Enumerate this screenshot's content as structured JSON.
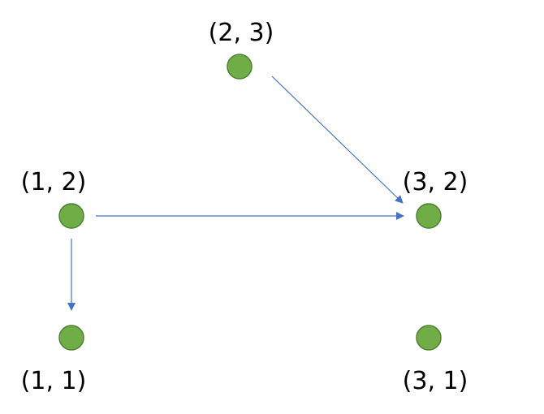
{
  "colors": {
    "node_fill": "#70ad47",
    "node_stroke": "#4f7f31",
    "edge": "#4472c4",
    "text": "#000000",
    "background": "#ffffff"
  },
  "nodes": [
    {
      "id": "n23",
      "label": "(2, 3)"
    },
    {
      "id": "n12",
      "label": "(1, 2)"
    },
    {
      "id": "n32",
      "label": "(3, 2)"
    },
    {
      "id": "n11",
      "label": "(1, 1)"
    },
    {
      "id": "n31",
      "label": "(3, 1)"
    }
  ],
  "edges": [
    {
      "from": "n23",
      "to": "n32"
    },
    {
      "from": "n12",
      "to": "n32"
    },
    {
      "from": "n12",
      "to": "n11"
    }
  ]
}
